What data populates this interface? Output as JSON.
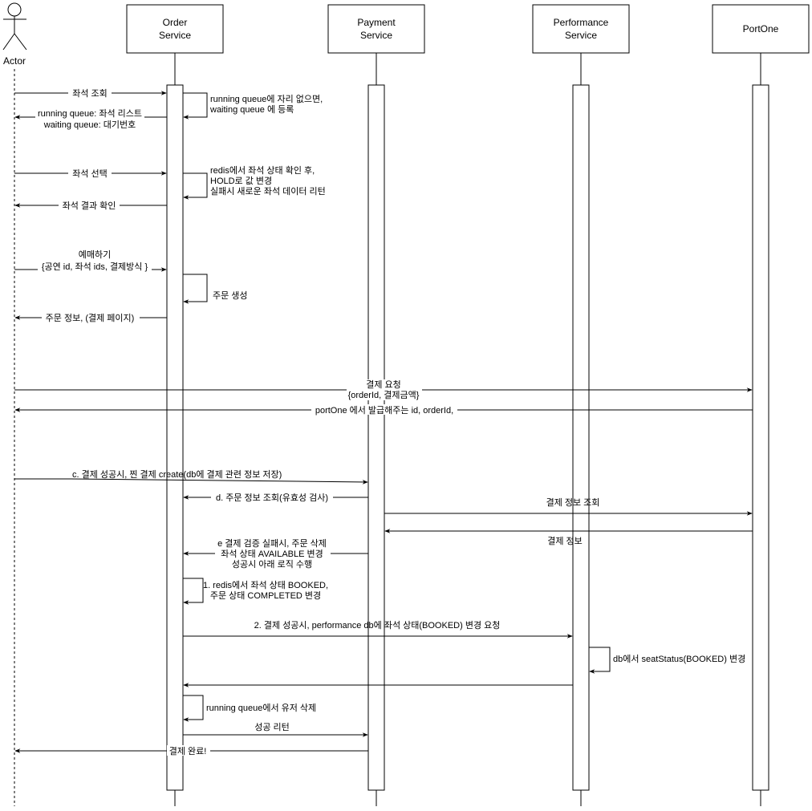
{
  "actor": {
    "label": "Actor"
  },
  "participants": [
    {
      "id": "order",
      "lines": [
        "Order",
        "Service"
      ]
    },
    {
      "id": "payment",
      "lines": [
        "Payment",
        "Service"
      ]
    },
    {
      "id": "performance",
      "lines": [
        "Performance",
        "Service"
      ]
    },
    {
      "id": "portone",
      "lines": [
        "PortOne"
      ]
    }
  ],
  "messages": [
    {
      "id": "m1",
      "from": "actor",
      "to": "order",
      "kind": "call",
      "lines": [
        "좌석 조회"
      ]
    },
    {
      "id": "m2",
      "from": "order",
      "to": "order",
      "kind": "self",
      "lines": [
        "running queue에 자리 없으면,",
        "waiting queue 에 등록"
      ]
    },
    {
      "id": "m3",
      "from": "order",
      "to": "actor",
      "kind": "return",
      "lines": [
        "running queue: 좌석 리스트",
        "waiting queue: 대기번호"
      ]
    },
    {
      "id": "m4",
      "from": "actor",
      "to": "order",
      "kind": "call",
      "lines": [
        "좌석 선택"
      ]
    },
    {
      "id": "m5",
      "from": "order",
      "to": "order",
      "kind": "self",
      "lines": [
        "redis에서 좌석 상태 확인 후,",
        "HOLD로 값 변경",
        "실패시 새로운 좌석 데이터 리턴"
      ]
    },
    {
      "id": "m6",
      "from": "order",
      "to": "actor",
      "kind": "return",
      "lines": [
        "좌석 결과 확인"
      ]
    },
    {
      "id": "m7",
      "from": "actor",
      "to": "order",
      "kind": "call",
      "lines": [
        "예매하기",
        "{공연 id, 좌석 ids, 결제방식 }"
      ]
    },
    {
      "id": "m8",
      "from": "order",
      "to": "order",
      "kind": "self",
      "lines": [
        "주문 생성"
      ]
    },
    {
      "id": "m9",
      "from": "order",
      "to": "actor",
      "kind": "return",
      "lines": [
        "주문 정보, (결제 페이지)"
      ]
    },
    {
      "id": "m10",
      "from": "actor",
      "to": "portone",
      "kind": "call",
      "lines": [
        "결제 요청",
        "{orderId, 결제금액}"
      ]
    },
    {
      "id": "m11",
      "from": "portone",
      "to": "actor",
      "kind": "return",
      "lines": [
        "portOne 에서 발급해주는 id, orderId,"
      ]
    },
    {
      "id": "m12",
      "from": "actor",
      "to": "payment",
      "kind": "call",
      "lines": [
        "c. 결제 성공시, 찐 결제 create(db에 결제 관련 정보 저장)"
      ]
    },
    {
      "id": "m13",
      "from": "payment",
      "to": "order",
      "kind": "return",
      "lines": [
        "d. 주문 정보 조회(유효성 검사)"
      ]
    },
    {
      "id": "m14",
      "from": "payment",
      "to": "portone",
      "kind": "call",
      "lines": [
        "결제 정보 조회"
      ]
    },
    {
      "id": "m15",
      "from": "portone",
      "to": "payment",
      "kind": "return",
      "lines": [
        "결제 정보"
      ]
    },
    {
      "id": "m16",
      "from": "payment",
      "to": "order",
      "kind": "return",
      "lines": [
        "e 결제 검증 실패시, 주문 삭제",
        "좌석 상태 AVAILABLE 변경",
        "성공시 아래 로직 수행"
      ]
    },
    {
      "id": "m17",
      "from": "order",
      "to": "order",
      "kind": "self",
      "lines": [
        "1. redis에서 좌석 상태 BOOKED,",
        "주문 상태 COMPLETED 변경"
      ]
    },
    {
      "id": "m18",
      "from": "order",
      "to": "performance",
      "kind": "call",
      "lines": [
        "2. 결제 성공시, performance db에 좌석 상태(BOOKED) 변경 요청"
      ]
    },
    {
      "id": "m19",
      "from": "performance",
      "to": "performance",
      "kind": "self",
      "lines": [
        "db에서 seatStatus(BOOKED) 변경"
      ]
    },
    {
      "id": "m20",
      "from": "performance",
      "to": "order",
      "kind": "return",
      "lines": []
    },
    {
      "id": "m21",
      "from": "order",
      "to": "order",
      "kind": "self",
      "lines": [
        "running queue에서 유저 삭제"
      ]
    },
    {
      "id": "m22",
      "from": "order",
      "to": "payment",
      "kind": "call",
      "lines": [
        "성공 리턴"
      ]
    },
    {
      "id": "m23",
      "from": "payment",
      "to": "actor",
      "kind": "return",
      "lines": [
        "결제 완료!"
      ]
    }
  ]
}
